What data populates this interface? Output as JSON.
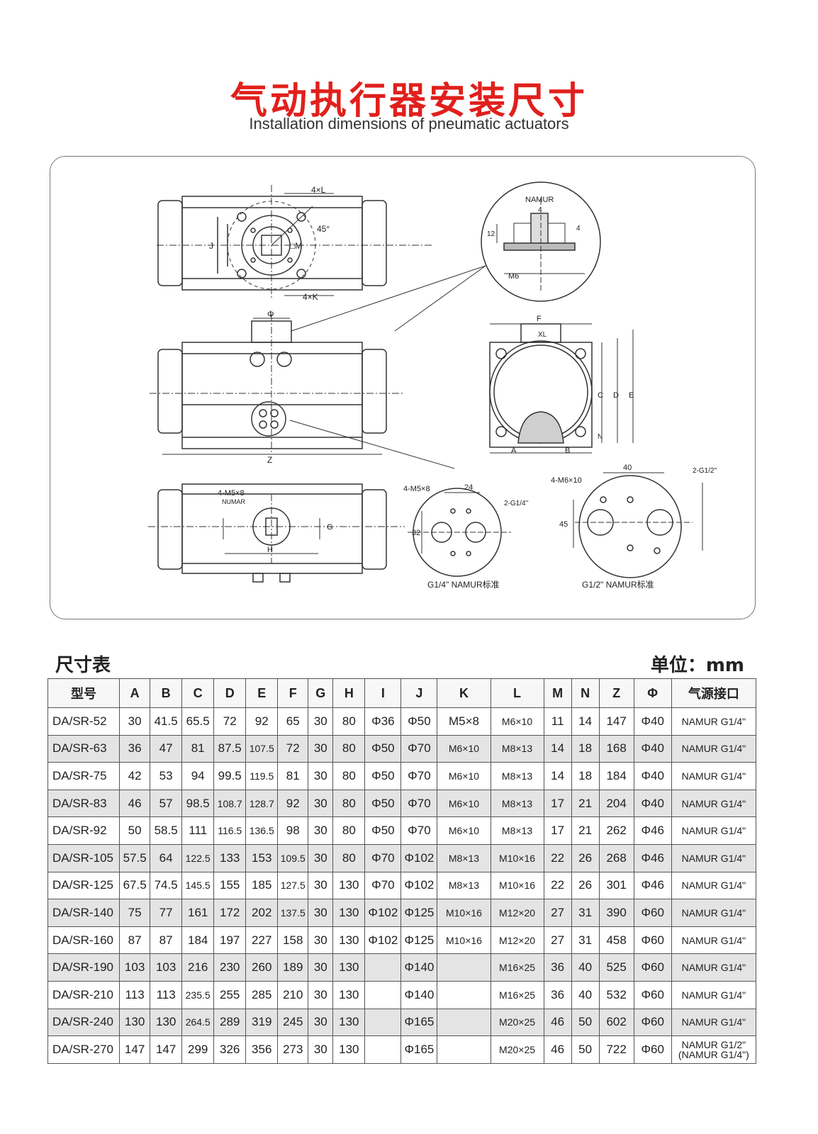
{
  "header": {
    "title": "气动执行器安装尺寸",
    "subtitle": "Installation dimensions of pneumatic actuators"
  },
  "drawing": {
    "labels": {
      "four_l": "4×L",
      "four_k": "4×K",
      "angle": "45°",
      "j": "J",
      "m": "□M",
      "namur": "NAMUR",
      "dim_4a": "4",
      "dim_4b": "4",
      "dim_12": "12",
      "m6": "M6",
      "phi": "Φ",
      "z": "Z",
      "f": "F",
      "xl": "XL",
      "c": "C",
      "d": "D",
      "e": "E",
      "n": "N",
      "a": "A",
      "b": "B",
      "four_m5x8_a": "4-M5×8",
      "numar": "NUMAR",
      "g": "G",
      "h": "H",
      "four_m5x8_b": "4-M5×8",
      "dim_24": "24",
      "dim_32": "32",
      "two_g14": "2-G1/4\"",
      "caption_g14": "G1/4\" NAMUR标准",
      "four_m6x10": "4-M6×10",
      "dim_40": "40",
      "dim_45": "45",
      "two_g12": "2-G1/2\"",
      "caption_g12": "G1/2\" NAMUR标准"
    }
  },
  "table": {
    "caption": "尺寸表",
    "unit": "单位：mm",
    "headers": [
      "型号",
      "A",
      "B",
      "C",
      "D",
      "E",
      "F",
      "G",
      "H",
      "I",
      "J",
      "K",
      "L",
      "M",
      "N",
      "Z",
      "Φ",
      "气源接口"
    ],
    "rows": [
      [
        "DA/SR-52",
        "30",
        "41.5",
        "65.5",
        "72",
        "92",
        "65",
        "30",
        "80",
        "Φ36",
        "Φ50",
        "M5×8",
        "M6×10",
        "11",
        "14",
        "147",
        "Φ40",
        "NAMUR G1/4\""
      ],
      [
        "DA/SR-63",
        "36",
        "47",
        "81",
        "87.5",
        "107.5",
        "72",
        "30",
        "80",
        "Φ50",
        "Φ70",
        "M6×10",
        "M8×13",
        "14",
        "18",
        "168",
        "Φ40",
        "NAMUR G1/4\""
      ],
      [
        "DA/SR-75",
        "42",
        "53",
        "94",
        "99.5",
        "119.5",
        "81",
        "30",
        "80",
        "Φ50",
        "Φ70",
        "M6×10",
        "M8×13",
        "14",
        "18",
        "184",
        "Φ40",
        "NAMUR G1/4\""
      ],
      [
        "DA/SR-83",
        "46",
        "57",
        "98.5",
        "108.7",
        "128.7",
        "92",
        "30",
        "80",
        "Φ50",
        "Φ70",
        "M6×10",
        "M8×13",
        "17",
        "21",
        "204",
        "Φ40",
        "NAMUR G1/4\""
      ],
      [
        "DA/SR-92",
        "50",
        "58.5",
        "111",
        "116.5",
        "136.5",
        "98",
        "30",
        "80",
        "Φ50",
        "Φ70",
        "M6×10",
        "M8×13",
        "17",
        "21",
        "262",
        "Φ46",
        "NAMUR G1/4\""
      ],
      [
        "DA/SR-105",
        "57.5",
        "64",
        "122.5",
        "133",
        "153",
        "109.5",
        "30",
        "80",
        "Φ70",
        "Φ102",
        "M8×13",
        "M10×16",
        "22",
        "26",
        "268",
        "Φ46",
        "NAMUR G1/4\""
      ],
      [
        "DA/SR-125",
        "67.5",
        "74.5",
        "145.5",
        "155",
        "185",
        "127.5",
        "30",
        "130",
        "Φ70",
        "Φ102",
        "M8×13",
        "M10×16",
        "22",
        "26",
        "301",
        "Φ46",
        "NAMUR G1/4\""
      ],
      [
        "DA/SR-140",
        "75",
        "77",
        "161",
        "172",
        "202",
        "137.5",
        "30",
        "130",
        "Φ102",
        "Φ125",
        "M10×16",
        "M12×20",
        "27",
        "31",
        "390",
        "Φ60",
        "NAMUR G1/4\""
      ],
      [
        "DA/SR-160",
        "87",
        "87",
        "184",
        "197",
        "227",
        "158",
        "30",
        "130",
        "Φ102",
        "Φ125",
        "M10×16",
        "M12×20",
        "27",
        "31",
        "458",
        "Φ60",
        "NAMUR G1/4\""
      ],
      [
        "DA/SR-190",
        "103",
        "103",
        "216",
        "230",
        "260",
        "189",
        "30",
        "130",
        "",
        "Φ140",
        "",
        "M16×25",
        "36",
        "40",
        "525",
        "Φ60",
        "NAMUR G1/4\""
      ],
      [
        "DA/SR-210",
        "113",
        "113",
        "235.5",
        "255",
        "285",
        "210",
        "30",
        "130",
        "",
        "Φ140",
        "",
        "M16×25",
        "36",
        "40",
        "532",
        "Φ60",
        "NAMUR G1/4\""
      ],
      [
        "DA/SR-240",
        "130",
        "130",
        "264.5",
        "289",
        "319",
        "245",
        "30",
        "130",
        "",
        "Φ165",
        "",
        "M20×25",
        "46",
        "50",
        "602",
        "Φ60",
        "NAMUR G1/4\""
      ],
      [
        "DA/SR-270",
        "147",
        "147",
        "299",
        "326",
        "356",
        "273",
        "30",
        "130",
        "",
        "Φ165",
        "",
        "M20×25",
        "46",
        "50",
        "722",
        "Φ60",
        "NAMUR G1/2\"\n(NAMUR G1/4\")"
      ]
    ]
  }
}
